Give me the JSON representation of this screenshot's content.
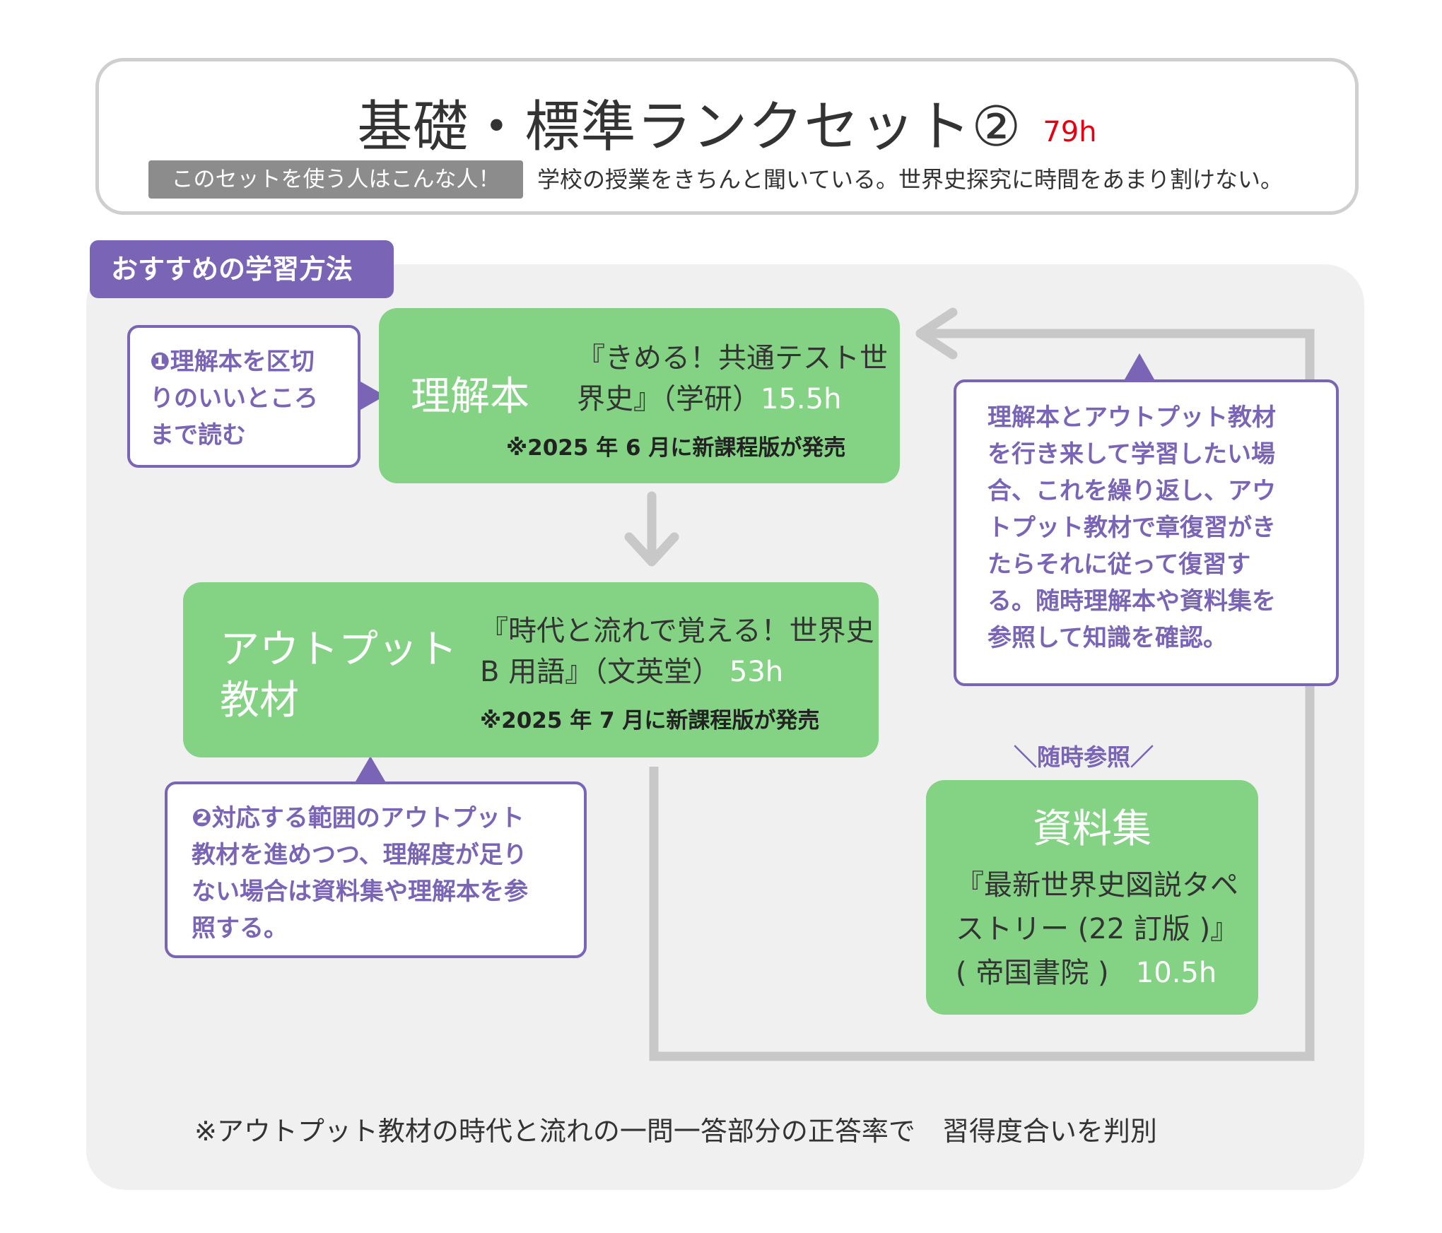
{
  "header": {
    "title": "基礎・標準ランクセット②",
    "hours": "79h",
    "badge": "このセットを使う人はこんな人！",
    "description": "学校の授業をきちんと聞いている。世界史探究に時間をあまり割けない。"
  },
  "section": {
    "tab": "おすすめの学習方法"
  },
  "understanding_box": {
    "label": "理解本",
    "book_line1": "『きめる！共通テスト世",
    "book_line2": "界史』（学研）",
    "hours": "15.5h",
    "note": "※2025 年 6 月に新課程版が発売"
  },
  "output_box": {
    "label_line1": "アウトプット",
    "label_line2": "教材",
    "book_line1": "『時代と流れで覚える！世界史",
    "book_line2": "B 用語』（文英堂）",
    "hours": "53h",
    "note": "※2025 年 7 月に新課程版が発売"
  },
  "reference_box": {
    "label": "資料集",
    "book_line1": "『最新世界史図説タペ",
    "book_line2": "ストリー (22 訂版 )』",
    "book_line3": "( 帝国書院 )",
    "hours": "10.5h",
    "caption": "＼随時参照／"
  },
  "callouts": {
    "step1": [
      "❶理解本を区切",
      "りのいいところ",
      "まで読む"
    ],
    "step2": [
      "❷対応する範囲のアウトプット",
      "教材を進めつつ、理解度が足り",
      "ない場合は資料集や理解本を参",
      "照する。"
    ],
    "loop": [
      "理解本とアウトプット教材",
      "を行き来して学習したい場",
      "合、これを繰り返し、アウ",
      "トプット教材で章復習がき",
      "たらそれに従って復習す",
      "る。随時理解本や資料集を",
      "参照して知識を確認。"
    ]
  },
  "footnote": "※アウトプット教材の時代と流れの一問一答部分の正答率で　習得度合いを判別",
  "colors": {
    "accent_purple": "#7a64b6",
    "green": "#84d385",
    "hours_red": "#e60012",
    "panel_gray": "#f0f0f0",
    "line_gray": "#c8c8c8"
  }
}
